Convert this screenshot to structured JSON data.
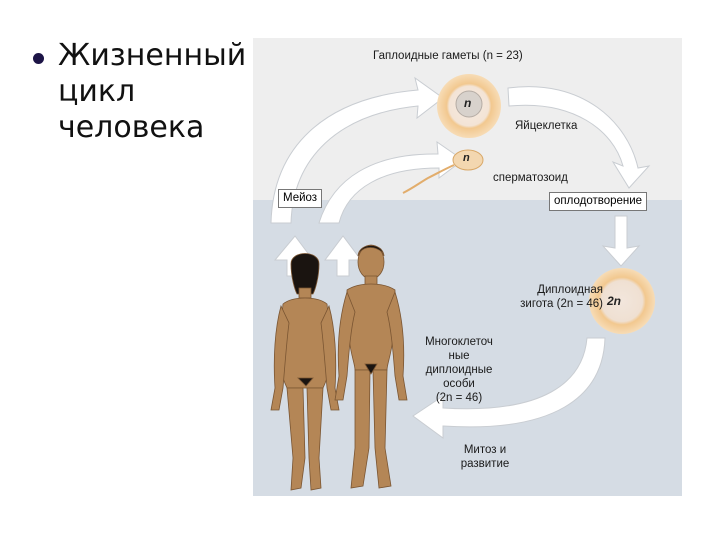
{
  "slide": {
    "title_lines": [
      "Жизненный",
      "цикл",
      "человека"
    ]
  },
  "diagram": {
    "gametes_label": "Гаплоидные гаметы (n = 23)",
    "egg_label": "Яйцеклетка",
    "egg_ploidy": "n",
    "sperm_label": "сперматозоид",
    "sperm_ploidy": "n",
    "meiosis_label": "Мейоз",
    "fertilization_label": "оплодотворение",
    "zygote_label_lines": [
      "Диплоидная",
      "зигота (2n = 46)"
    ],
    "zygote_ploidy": "2n",
    "organisms_label_lines": [
      "Многоклеточ",
      "ные",
      "диплоидные",
      "особи",
      "(2n = 46)"
    ],
    "mitosis_label_lines": [
      "Митоз и",
      "развитие"
    ],
    "colors": {
      "upper_bg": "#eeeeee",
      "lower_bg": "#d5dce4",
      "arrow": "#ffffff",
      "skin": "#b8895a",
      "cell_outer": "#f4cf9a",
      "cell_inner": "#f6eae0"
    }
  }
}
